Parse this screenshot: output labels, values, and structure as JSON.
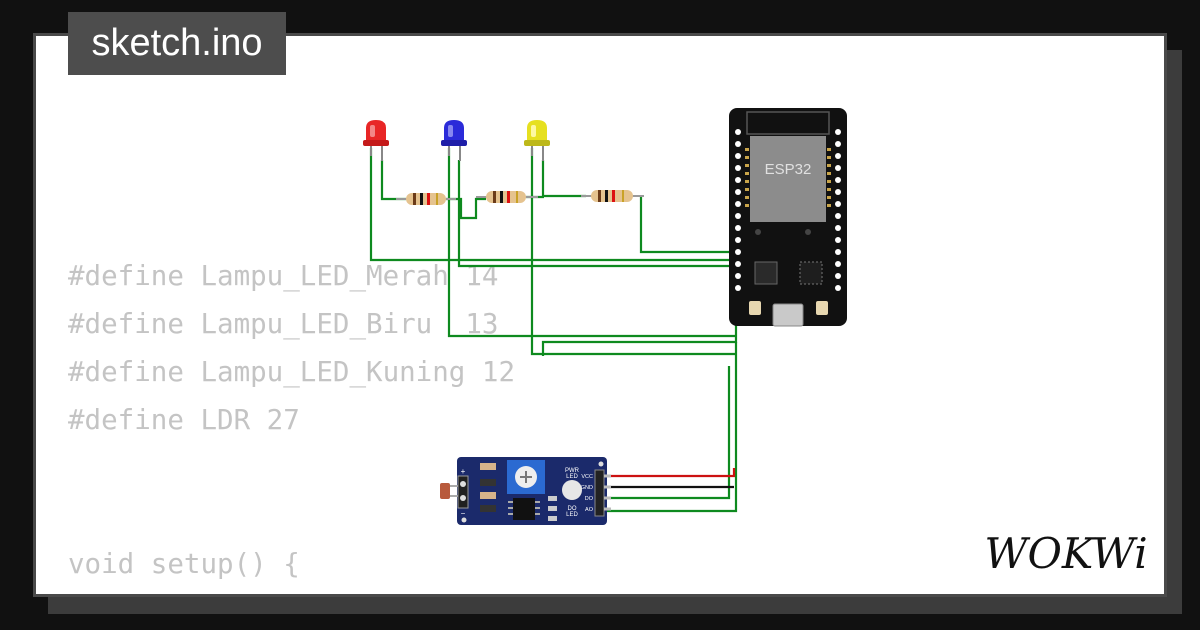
{
  "tab": {
    "filename": "sketch.ino"
  },
  "code": {
    "lines": [
      "#define Lampu_LED_Merah 14",
      "#define Lampu_LED_Biru  13",
      "#define Lampu_LED_Kuning 12",
      "#define LDR 27",
      "",
      "",
      "void setup() {"
    ]
  },
  "board": {
    "label": "ESP32"
  },
  "sensor": {
    "pwr_label": "PWR",
    "led_label": "LED",
    "do_label": "DO",
    "pins": [
      "VCC",
      "GND",
      "DO",
      "AO"
    ],
    "plus": "+",
    "minus": "−"
  },
  "brand": {
    "logo": "WOKWi"
  },
  "colors": {
    "led_red": "#e82626",
    "led_blue": "#2b2bd9",
    "led_yellow": "#e6e020",
    "wire_green": "#0e8a1f",
    "wire_red": "#cc1111",
    "board_black": "#111111",
    "sensor_blue": "#1b2a6b"
  }
}
